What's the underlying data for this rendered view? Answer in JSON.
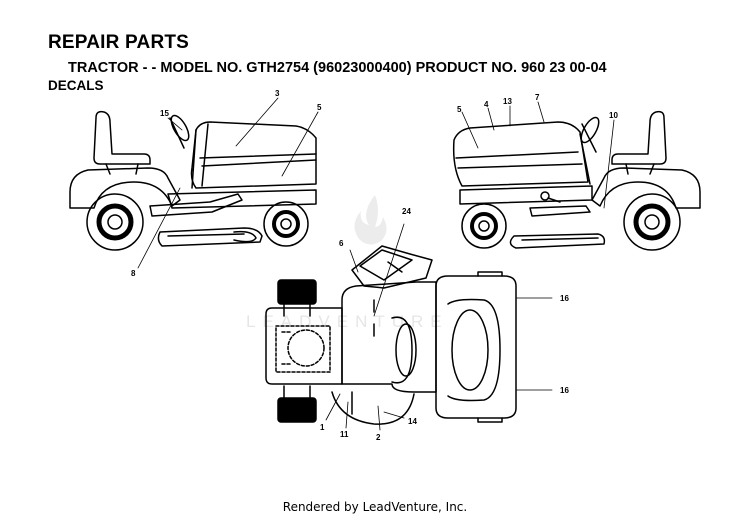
{
  "header": {
    "title": "REPAIR PARTS",
    "subtitle": "TRACTOR - - MODEL NO. GTH2754 (96023000400) PRODUCT NO. 960 23 00-04",
    "section": "DECALS"
  },
  "watermark": "LEADVENTURE",
  "footer": "Rendered by LeadVenture, Inc.",
  "callouts": {
    "c3": "3",
    "c15": "15",
    "c5_left": "5",
    "c8": "8",
    "c5_right": "5",
    "c4": "4",
    "c13": "13",
    "c7": "7",
    "c10": "10",
    "c24": "24",
    "c6": "6",
    "c16_top": "16",
    "c16_bottom": "16",
    "c1": "1",
    "c11": "11",
    "c2": "2",
    "c14": "14"
  }
}
